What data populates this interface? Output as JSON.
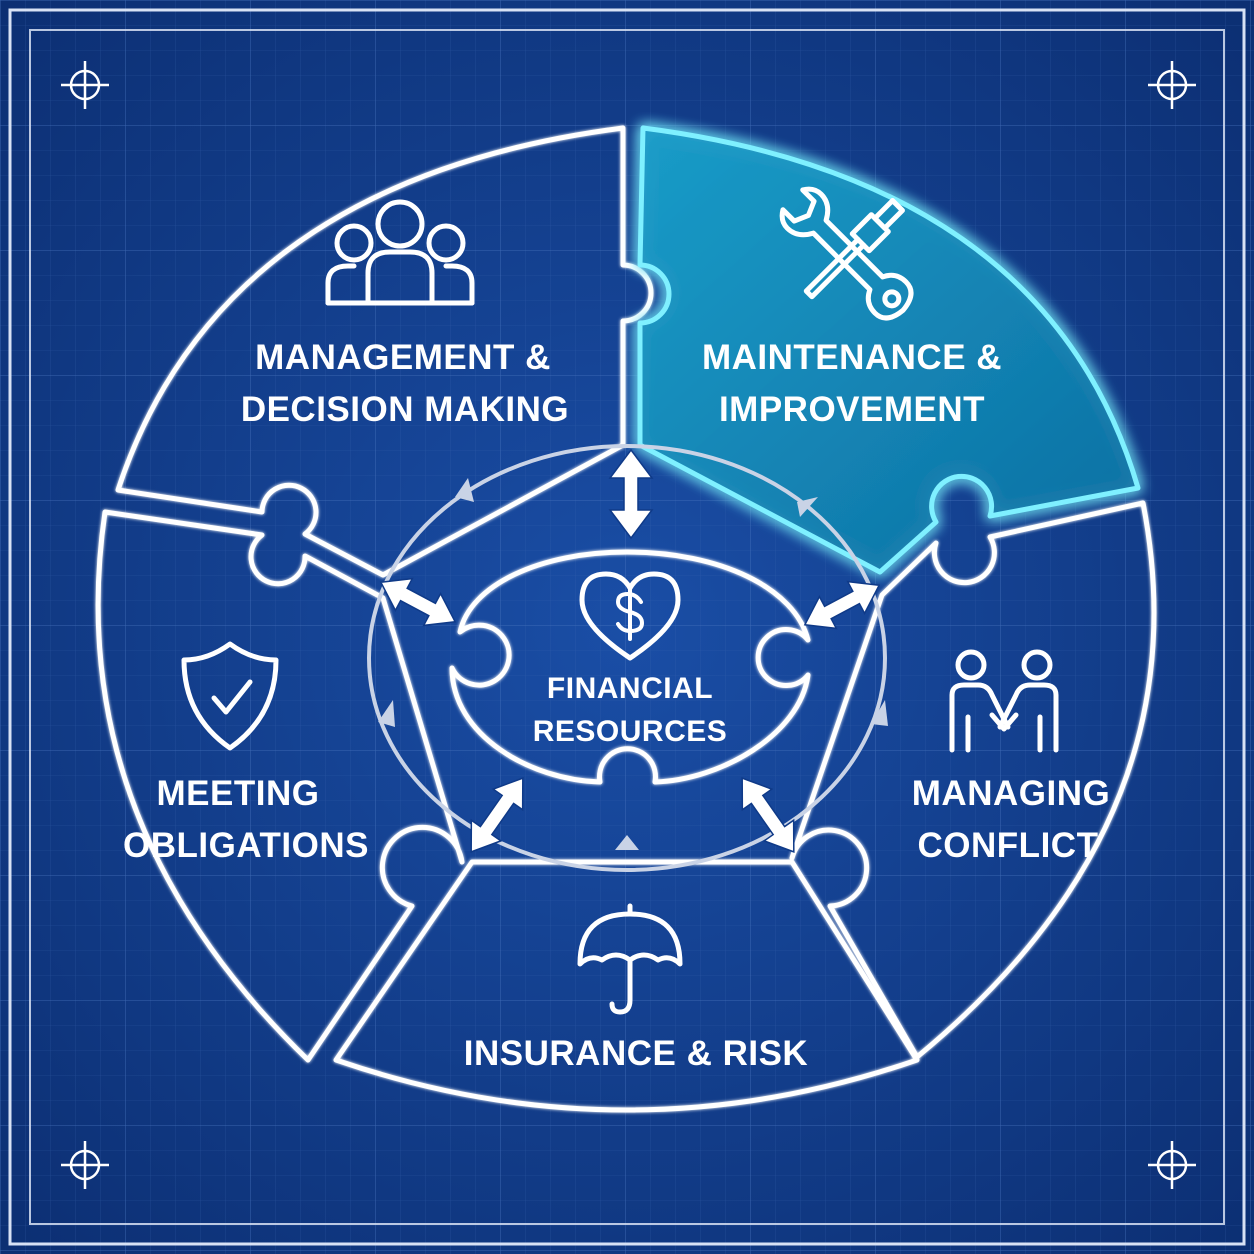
{
  "diagram": {
    "center": {
      "label_lines": [
        "FINANCIAL",
        "RESOURCES"
      ],
      "icon": "heart-dollar-icon"
    },
    "segments": [
      {
        "id": "management",
        "label_lines": [
          "MANAGEMENT &",
          "DECISION MAKING"
        ],
        "icon": "people-group-icon",
        "highlighted": false
      },
      {
        "id": "maintenance",
        "label_lines": [
          "MAINTENANCE &",
          "IMPROVEMENT"
        ],
        "icon": "wrench-screwdriver-icon",
        "highlighted": true
      },
      {
        "id": "conflict",
        "label_lines": [
          "MANAGING",
          "CONFLICT"
        ],
        "icon": "handshake-icon",
        "highlighted": false
      },
      {
        "id": "insurance",
        "label_lines": [
          "INSURANCE & RISK"
        ],
        "icon": "umbrella-icon",
        "highlighted": false
      },
      {
        "id": "obligations",
        "label_lines": [
          "MEETING",
          "OBLIGATIONS"
        ],
        "icon": "shield-check-icon",
        "highlighted": false
      }
    ]
  },
  "colors": {
    "background": "#0f3a88",
    "line": "#ffffff",
    "highlight_fill": "#138cb5",
    "highlight_glow": "#5fe6ff",
    "ring": "#c9d3e6"
  }
}
